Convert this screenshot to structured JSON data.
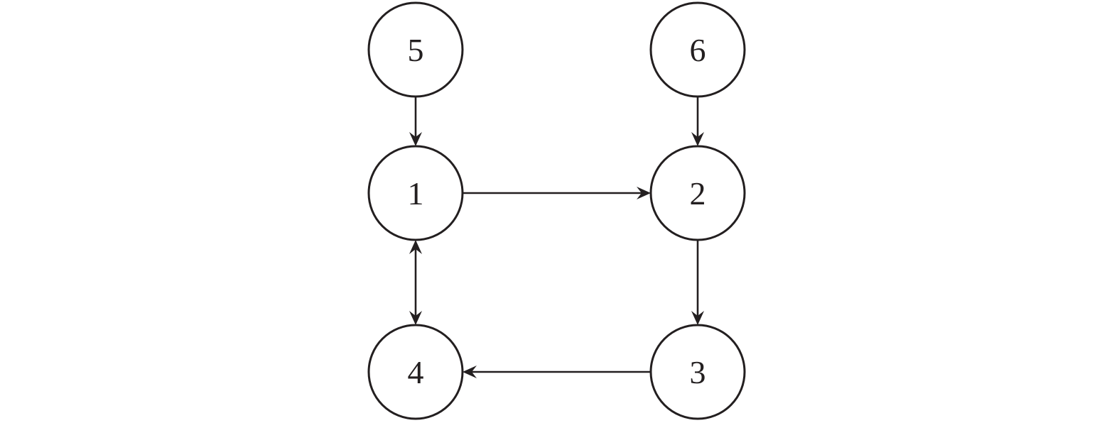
{
  "diagram": {
    "type": "directed-graph",
    "colors": {
      "stroke": "#231f20",
      "node_fill": "#ffffff",
      "background": "#ffffff"
    },
    "nodes": [
      {
        "id": "5",
        "label": "5"
      },
      {
        "id": "6",
        "label": "6"
      },
      {
        "id": "1",
        "label": "1"
      },
      {
        "id": "2",
        "label": "2"
      },
      {
        "id": "4",
        "label": "4"
      },
      {
        "id": "3",
        "label": "3"
      }
    ],
    "edges": [
      {
        "from": "5",
        "to": "1",
        "bidirectional": false
      },
      {
        "from": "6",
        "to": "2",
        "bidirectional": false
      },
      {
        "from": "1",
        "to": "2",
        "bidirectional": false
      },
      {
        "from": "2",
        "to": "3",
        "bidirectional": false
      },
      {
        "from": "3",
        "to": "4",
        "bidirectional": false
      },
      {
        "from": "1",
        "to": "4",
        "bidirectional": true
      }
    ]
  }
}
